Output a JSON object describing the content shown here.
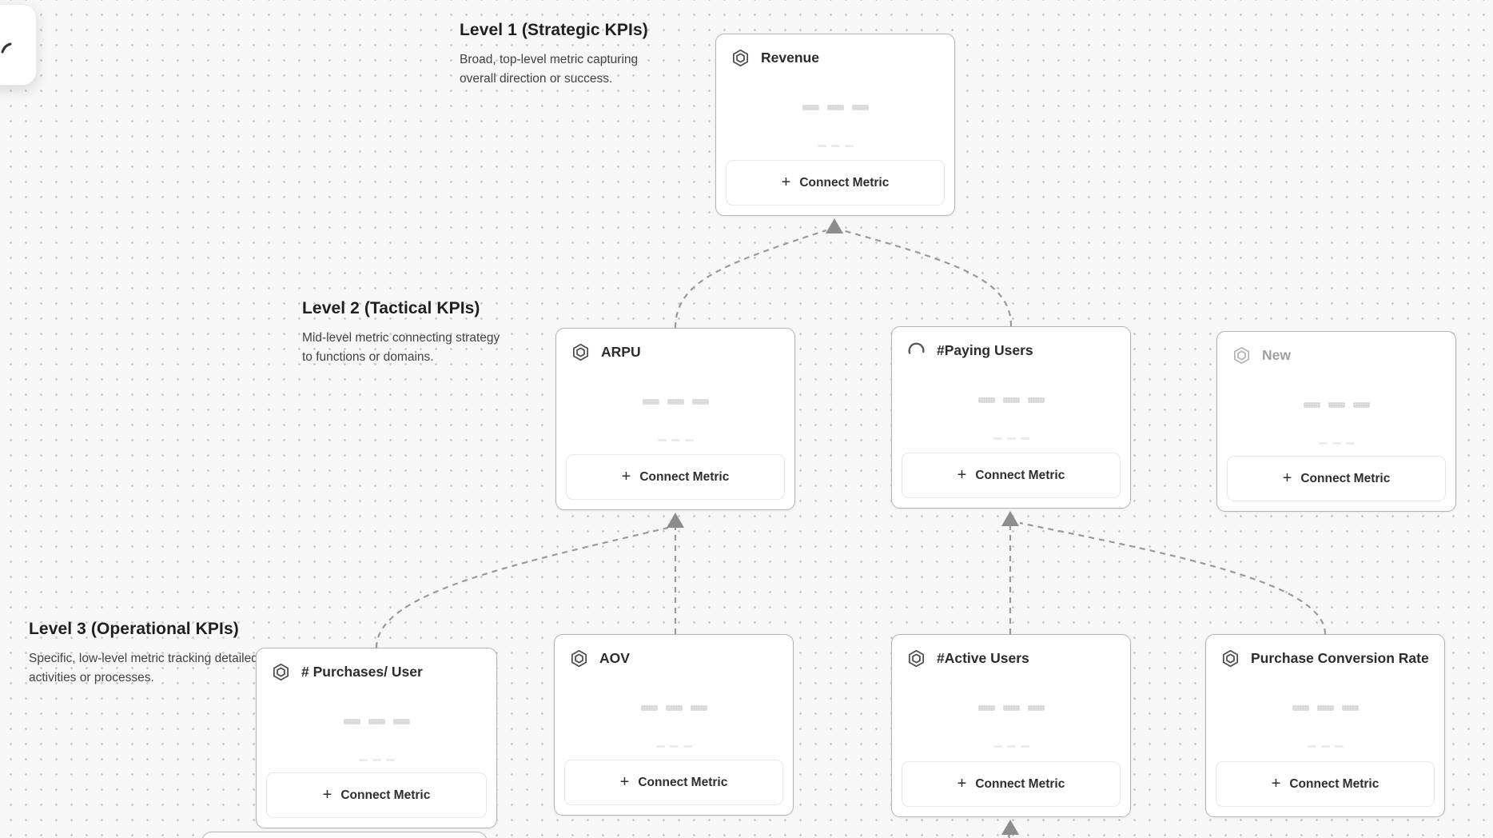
{
  "levels": [
    {
      "heading": "Level 1 (Strategic KPIs)",
      "description": "Broad, top-level metric capturing overall direction or success."
    },
    {
      "heading": "Level 2 (Tactical KPIs)",
      "description": "Mid-level metric connecting strategy to functions or domains."
    },
    {
      "heading": "Level 3 (Operational KPIs)",
      "description": "Specific, low-level metric tracking detailed activities or processes."
    }
  ],
  "nodes": [
    {
      "title": "Revenue",
      "icon": "hexagon-icon",
      "level": 1
    },
    {
      "title": "ARPU",
      "icon": "hexagon-icon",
      "level": 2
    },
    {
      "title": "#Paying Users",
      "icon": "spinner-icon",
      "level": 2
    },
    {
      "title": "New",
      "icon": "hexagon-icon",
      "level": 2,
      "state": "draft"
    },
    {
      "title": "# Purchases/ User",
      "icon": "hexagon-icon",
      "level": 3
    },
    {
      "title": "AOV",
      "icon": "hexagon-icon",
      "level": 3
    },
    {
      "title": "#Active Users",
      "icon": "hexagon-icon",
      "level": 3
    },
    {
      "title": "Purchase Conversion Rate",
      "icon": "hexagon-icon",
      "level": 3
    }
  ],
  "actions": {
    "connect_metric_label": "Connect Metric"
  },
  "icons": {
    "plus": "+"
  },
  "colors": {
    "canvas_bg": "#f7f7f7",
    "dot": "#c9c9c9",
    "card_border": "#b3b3b3",
    "connector": "#9a9a9a",
    "arrowhead": "#8c8c8c",
    "title_text": "#2c2c2c",
    "muted_text": "#9f9f9f"
  }
}
